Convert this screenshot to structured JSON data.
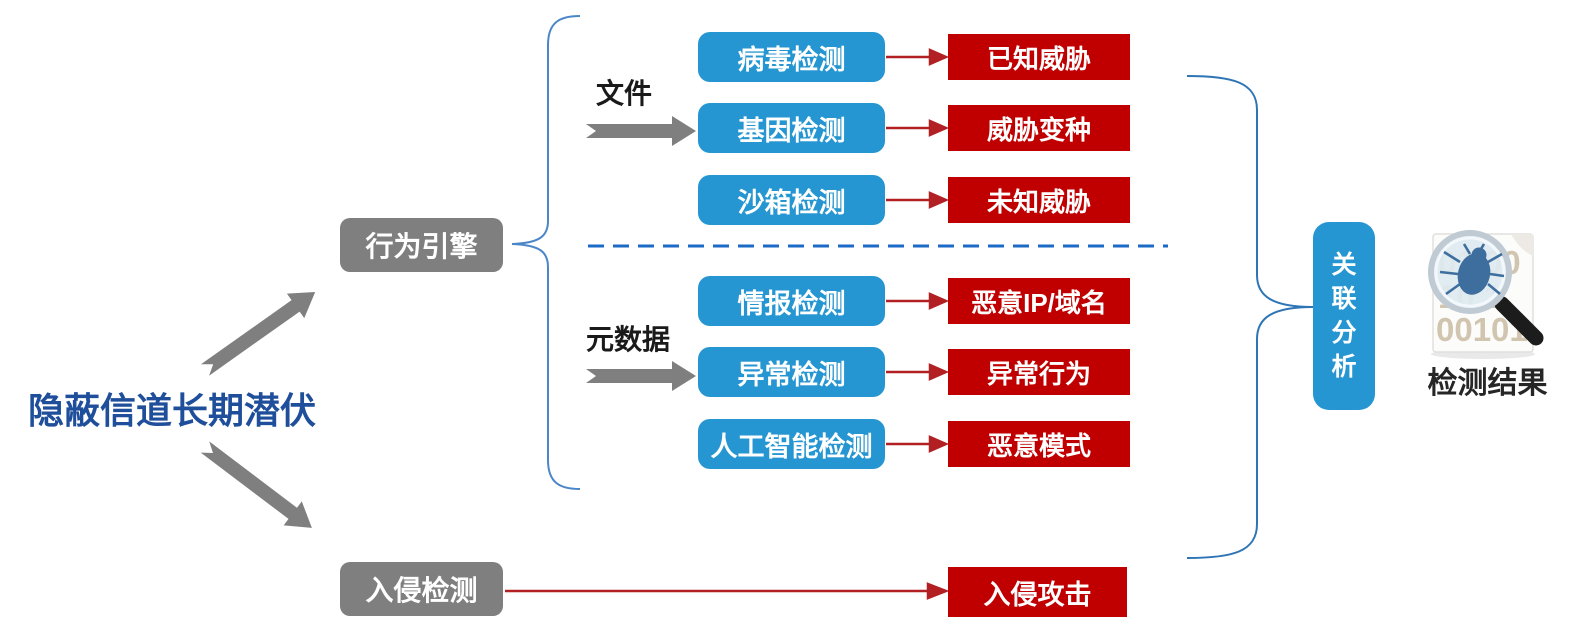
{
  "diagram": {
    "source_label": "隐蔽信道长期潜伏",
    "behavior_engine": "行为引擎",
    "intrusion_engine": "入侵检测",
    "file_group": {
      "label": "文件",
      "rows": [
        {
          "detector": "病毒检测",
          "threat": "已知威胁"
        },
        {
          "detector": "基因检测",
          "threat": "威胁变种"
        },
        {
          "detector": "沙箱检测",
          "threat": "未知威胁"
        }
      ]
    },
    "metadata_group": {
      "label": "元数据",
      "rows": [
        {
          "detector": "情报检测",
          "threat": "恶意IP/域名"
        },
        {
          "detector": "异常检测",
          "threat": "异常行为"
        },
        {
          "detector": "人工智能检测",
          "threat": "恶意模式"
        }
      ]
    },
    "intrusion_threat": "入侵攻击",
    "analysis": {
      "label": "关联分析",
      "chars": [
        "关",
        "联",
        "分",
        "析"
      ]
    },
    "result": {
      "label": "检测结果",
      "icon": "bug-scan-document-icon",
      "icon_digits": [
        "01 00",
        "10 1",
        "00101"
      ]
    },
    "colors": {
      "detector_blue": "#2596D1",
      "threat_red": "#C00000",
      "engine_gray": "#7F7F7F",
      "arrow_red": "#B22024",
      "brace_blue": "#4A86C8",
      "dashed_line_blue": "#1B6AC5",
      "source_text_blue": "#1F4E9B"
    }
  }
}
